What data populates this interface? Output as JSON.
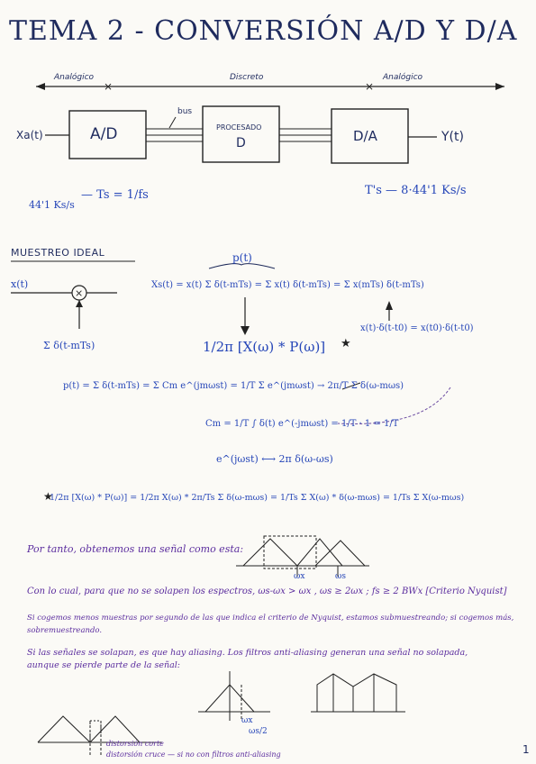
{
  "title": "TEMA 2 - CONVERSIÓN A/D Y D/A",
  "domains": {
    "analog_left": "Analógico",
    "discrete": "Discreto",
    "analog_right": "Analógico"
  },
  "blocks": {
    "input": "Xa(t)",
    "ad": "A/D",
    "bus": "bus",
    "proc_top": "PROCESADO",
    "proc_bottom": "D",
    "da": "D/A",
    "output": "Y(t)"
  },
  "sampling": {
    "ad_rate": "44'1 Ks/s",
    "ad_ts": "— Ts = 1/fs",
    "da_ts": "T's — 8·44'1 Ks/s"
  },
  "section": "MUESTREO IDEAL",
  "formulas": {
    "xt": "x(t)",
    "pt_label": "p(t)",
    "xs": "Xs(t) = x(t) Σ δ(t-mTs) = Σ x(t) δ(t-mTs) = Σ x(mTs) δ(t-mTs)",
    "comb": "Σ δ(t-mTs)",
    "fourier": "1/2π [X(ω) * P(ω)]",
    "star": "★",
    "delta_prop": "x(t)·δ(t-t0) = x(t0)·δ(t-t0)",
    "pt": "p(t) = Σ δ(t-mTs) = Σ Cm e^(jmωst) = 1/T Σ e^(jmωst) → 2π/T Σ δ(ω-mωs)",
    "cm": "Cm = 1/T ∫ δ(t) e^(-jmωst) = 1/T · 1 = 1/T",
    "ejwt": "e^(jωst) ⟷ 2π δ(ω-ωs)",
    "conv": "1/2π [X(ω) * P(ω)] = 1/2π X(ω) * 2π/Ts Σ δ(ω-mωs) = 1/Ts Σ X(ω) * δ(ω-mωs) = 1/Ts Σ X(ω-mωs)"
  },
  "notes": {
    "n1": "Por tanto, obtenemos una señal como esta:",
    "n2": "Con lo cual, para que no se solapen los espectros,  ωs-ωx > ωx ,  ωs ≥ 2ωx  ;  fs ≥ 2 BWx [Criterio Nyquist]",
    "n3": "Si cogemos menos muestras por segundo de las que indica el criterio de Nyquist, estamos submuestreando; si cogemos más,",
    "n3b": "sobremuestreando.",
    "n4": "Si las señales se solapan, es que hay aliasing. Los filtros anti-aliasing generan una señal no solapada,",
    "n4b": "aunque se pierde parte de la señal:",
    "d_corte": "distorsión corte",
    "d_cruce": "distorsión cruce — si no con filtros anti-aliasing",
    "wx": "ωx",
    "ws": "ωs",
    "ws2": "ωs/2",
    "wx2": "ωx"
  },
  "page_number": "1"
}
